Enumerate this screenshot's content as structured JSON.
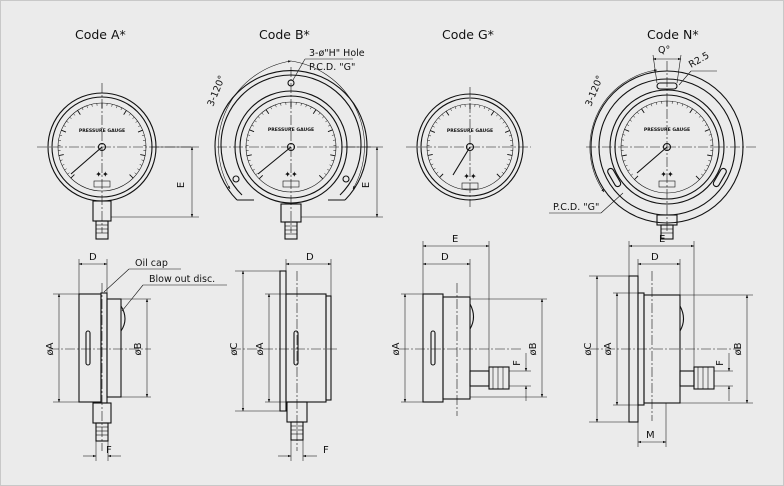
{
  "views": {
    "a": {
      "title": "Code A*",
      "pressure_label": "PRESSURE GAUGE",
      "dim_e": "E",
      "dim_d": "D",
      "dim_a": "øA",
      "dim_b": "øB",
      "dim_f": "F",
      "oil_cap": "Oil cap",
      "blow_out": "Blow out disc."
    },
    "b": {
      "title": "Code B*",
      "pressure_label": "PRESSURE GAUGE",
      "hole": "3-ø\"H\" Hole",
      "pcd": "P.C.D. \"G\"",
      "angle": "3-120°",
      "dim_e": "E",
      "dim_d": "D",
      "dim_c": "øC",
      "dim_a": "øA",
      "dim_f": "F"
    },
    "g": {
      "title": "Code G*",
      "pressure_label": "PRESSURE GAUGE",
      "dim_e": "E",
      "dim_d": "D",
      "dim_a": "øA",
      "dim_b": "øB",
      "dim_f": "F"
    },
    "n": {
      "title": "Code N*",
      "pressure_label": "PRESSURE GAUGE",
      "q": "Q°",
      "r": "R2.5",
      "angle": "3-120°",
      "pcd": "P.C.D. \"G\"",
      "dim_e": "E",
      "dim_d": "D",
      "dim_c": "øC",
      "dim_a": "øA",
      "dim_b": "øB",
      "dim_f": "F",
      "dim_m": "M"
    }
  }
}
